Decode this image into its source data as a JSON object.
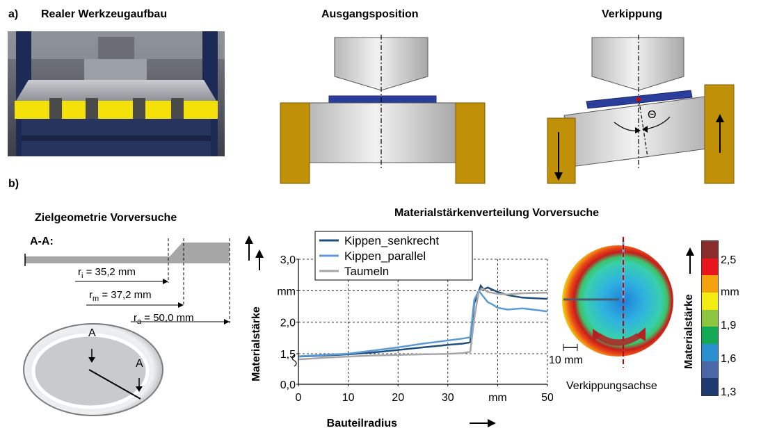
{
  "section_a": {
    "label": "a)",
    "title_real": "Realer Werkzeugaufbau",
    "title_start": "Ausgangsposition",
    "title_tilt": "Verkippung",
    "theta_symbol": "Θ"
  },
  "section_b": {
    "label": "b)",
    "geometry": {
      "title": "Zielgeometrie Vorversuche",
      "section_label": "A-A:",
      "ri_sym": "r",
      "ri_sub": "i",
      "ri_value": " = 35,2 mm",
      "rm_sym": "r",
      "rm_sub": "m",
      "rm_value": " = 37,2 mm",
      "ra_sym": "r",
      "ra_sub": "a",
      "ra_value": " = 50,0 mm",
      "mark_a": "A"
    },
    "thickness_map": {
      "scale_bar_label": "10 mm",
      "axis_label": "Verkippungsachse",
      "colorbar_title": "Materialstärke",
      "colorbar_labels": [
        "2,5",
        "mm",
        "1,9",
        "1,6",
        "1,3"
      ],
      "colorbar_colors": [
        "#8b2c2c",
        "#e8161b",
        "#f5a20f",
        "#f2ec12",
        "#8cc63f",
        "#12a854",
        "#2a8fcf",
        "#4a68a8",
        "#1e3a6e"
      ]
    }
  },
  "chart_data": {
    "type": "line",
    "title": "Materialstärkenverteilung Vorversuche",
    "xlabel": "Bauteilradius",
    "ylabel": "Materialstärke",
    "x_unit": "mm",
    "y_unit": "mm",
    "xlim": [
      0,
      50
    ],
    "ylim": [
      0.0,
      3.0
    ],
    "x_ticks": [
      "0",
      "10",
      "20",
      "30",
      "mm",
      "50"
    ],
    "y_ticks": [
      "3,0",
      "mm",
      "2,0",
      "1,5",
      "0,0"
    ],
    "grid": true,
    "legend_position": "top-left",
    "series": [
      {
        "name": "Kippen_senkrecht",
        "color": "#1f4e79",
        "x": [
          0,
          5,
          10,
          15,
          20,
          25,
          30,
          33,
          34.5,
          35.3,
          36,
          36.6,
          37.2,
          38,
          40,
          42,
          45,
          50
        ],
        "y": [
          1.36,
          1.41,
          1.47,
          1.52,
          1.56,
          1.6,
          1.64,
          1.66,
          1.68,
          2.3,
          2.45,
          2.58,
          2.52,
          2.55,
          2.48,
          2.43,
          2.39,
          2.37
        ]
      },
      {
        "name": "Kippen_parallel",
        "color": "#5b9bd5",
        "x": [
          0,
          5,
          10,
          15,
          20,
          25,
          30,
          33,
          34.5,
          35.3,
          36.2,
          37,
          38,
          39,
          40,
          42,
          45,
          48,
          50
        ],
        "y": [
          1.37,
          1.44,
          1.5,
          1.55,
          1.6,
          1.66,
          1.71,
          1.74,
          1.76,
          2.35,
          2.5,
          2.42,
          2.32,
          2.28,
          2.23,
          2.2,
          2.22,
          2.19,
          2.17
        ]
      },
      {
        "name": "Taumeln",
        "color": "#a6a6a6",
        "x": [
          0,
          5,
          10,
          15,
          20,
          25,
          30,
          33,
          34.5,
          35.3,
          36.2,
          37,
          38,
          40,
          42,
          45,
          50
        ],
        "y": [
          1.22,
          1.3,
          1.36,
          1.41,
          1.44,
          1.47,
          1.49,
          1.51,
          1.53,
          2.05,
          2.49,
          2.53,
          2.48,
          2.45,
          2.44,
          2.46,
          2.47
        ]
      }
    ]
  }
}
